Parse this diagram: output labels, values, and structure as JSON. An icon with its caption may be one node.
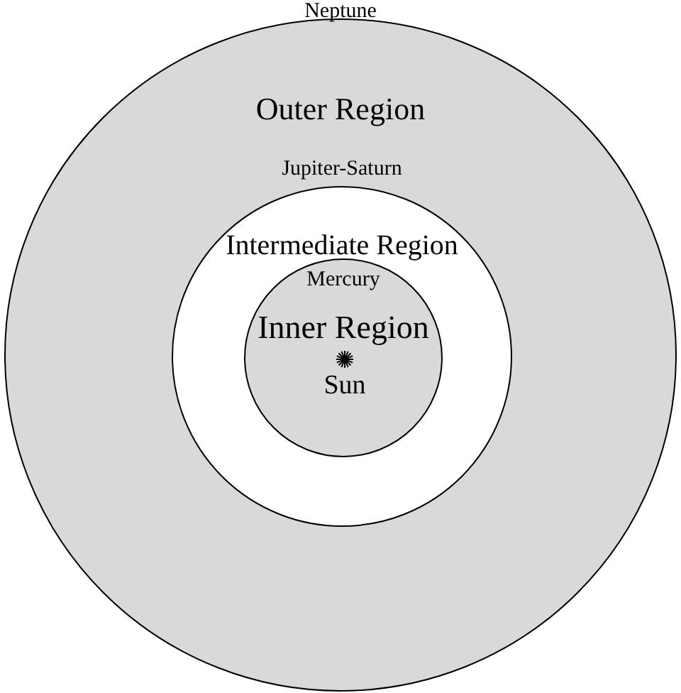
{
  "diagram": {
    "nodes": [
      {
        "text": [
          "Neptune",
          "Outer Region"
        ]
      },
      {
        "text": [
          "Jupiter-Saturn",
          "Intermediate Region"
        ],
        "in": 0
      },
      {
        "text": [
          "Mercury",
          "Inner Region"
        ],
        "in": 1
      },
      {
        "text": [
          "Sun"
        ],
        "in": 2
      }
    ]
  }
}
